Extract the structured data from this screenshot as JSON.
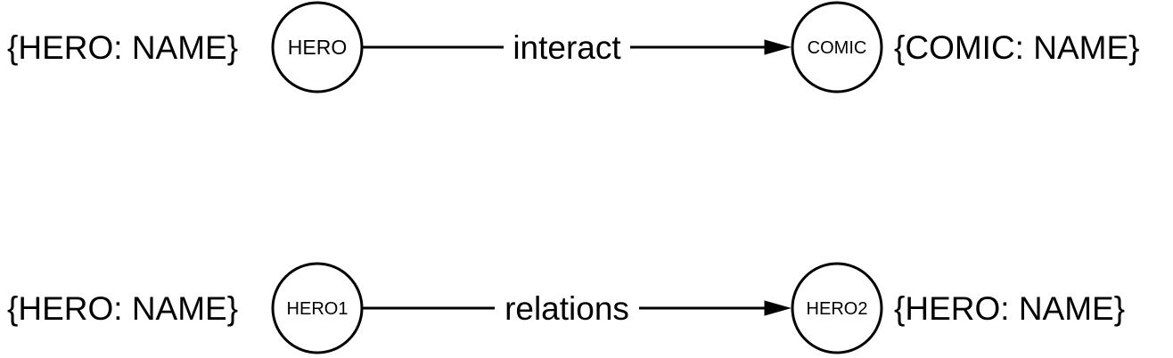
{
  "colors": {
    "stroke": "#000000",
    "background": "#ffffff"
  },
  "rows": [
    {
      "source_property": "{HERO: NAME}",
      "source_node": "HERO",
      "edge_label": "interact",
      "target_node": "COMIC",
      "target_property": "{COMIC: NAME}"
    },
    {
      "source_property": "{HERO: NAME}",
      "source_node": "HERO1",
      "edge_label": "relations",
      "target_node": "HERO2",
      "target_property": "{HERO: NAME}"
    }
  ]
}
